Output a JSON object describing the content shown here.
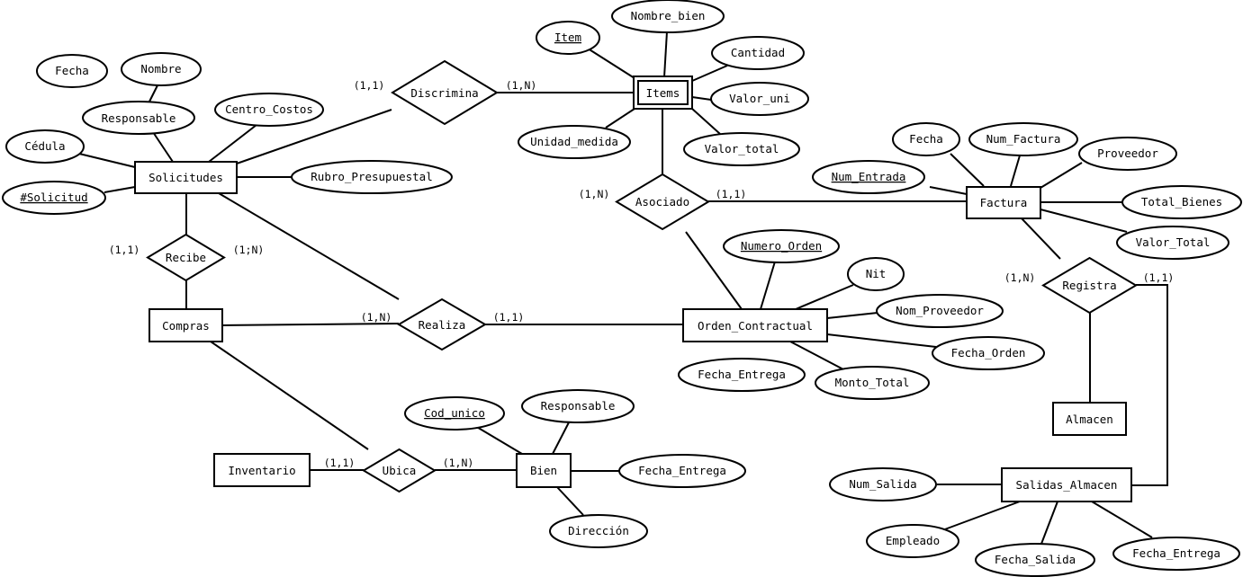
{
  "entities": {
    "solicitudes": "Solicitudes",
    "items": "Items",
    "factura": "Factura",
    "compras": "Compras",
    "orden_contractual": "Orden_Contractual",
    "almacen": "Almacen",
    "inventario": "Inventario",
    "bien": "Bien",
    "salidas_almacen": "Salidas_Almacen"
  },
  "relationships": {
    "discrimina": "Discrimina",
    "asociado": "Asociado",
    "recibe": "Recibe",
    "realiza": "Realiza",
    "registra": "Registra",
    "ubica": "Ubica"
  },
  "attributes": {
    "sol_fecha": "Fecha",
    "sol_nombre": "Nombre",
    "sol_responsable": "Responsable",
    "sol_centro_costos": "Centro_Costos",
    "sol_cedula": "Cédula",
    "sol_solicitud": "#Solicitud",
    "sol_rubro": "Rubro_Presupuestal",
    "it_item": "Item",
    "it_nombre_bien": "Nombre_bien",
    "it_cantidad": "Cantidad",
    "it_valor_uni": "Valor_uni",
    "it_valor_total": "Valor_total",
    "it_unidad_medida": "Unidad_medida",
    "fa_fecha": "Fecha",
    "fa_num_factura": "Num_Factura",
    "fa_proveedor": "Proveedor",
    "fa_num_entrada": "Num_Entrada",
    "fa_total_bienes": "Total_Bienes",
    "fa_valor_total": "Valor_Total",
    "oc_numero_orden": "Numero_Orden",
    "oc_nit": "Nit",
    "oc_nom_proveedor": "Nom_Proveedor",
    "oc_fecha_orden": "Fecha_Orden",
    "oc_monto_total": "Monto_Total",
    "oc_fecha_entrega": "Fecha_Entrega",
    "bi_cod_unico": "Cod_unico",
    "bi_responsable": "Responsable",
    "bi_fecha_entrega": "Fecha_Entrega",
    "bi_direccion": "Dirección",
    "sa_num_salida": "Num_Salida",
    "sa_empleado": "Empleado",
    "sa_fecha_salida": "Fecha_Salida",
    "sa_fecha_entrega": "Fecha_Entrega"
  },
  "cardinalities": {
    "discrimina_left": "(1,1)",
    "discrimina_right": "(1,N)",
    "asociado_left": "(1,N)",
    "asociado_right": "(1,1)",
    "recibe_left": "(1,1)",
    "recibe_right": "(1;N)",
    "realiza_left": "(1,N)",
    "realiza_right": "(1,1)",
    "registra_left": "(1,N)",
    "registra_right": "(1,1)",
    "ubica_left": "(1,1)",
    "ubica_right": "(1,N)"
  },
  "key_attributes": [
    "Item",
    "#Solicitud",
    "Num_Entrada",
    "Numero_Orden",
    "Cod_unico"
  ]
}
